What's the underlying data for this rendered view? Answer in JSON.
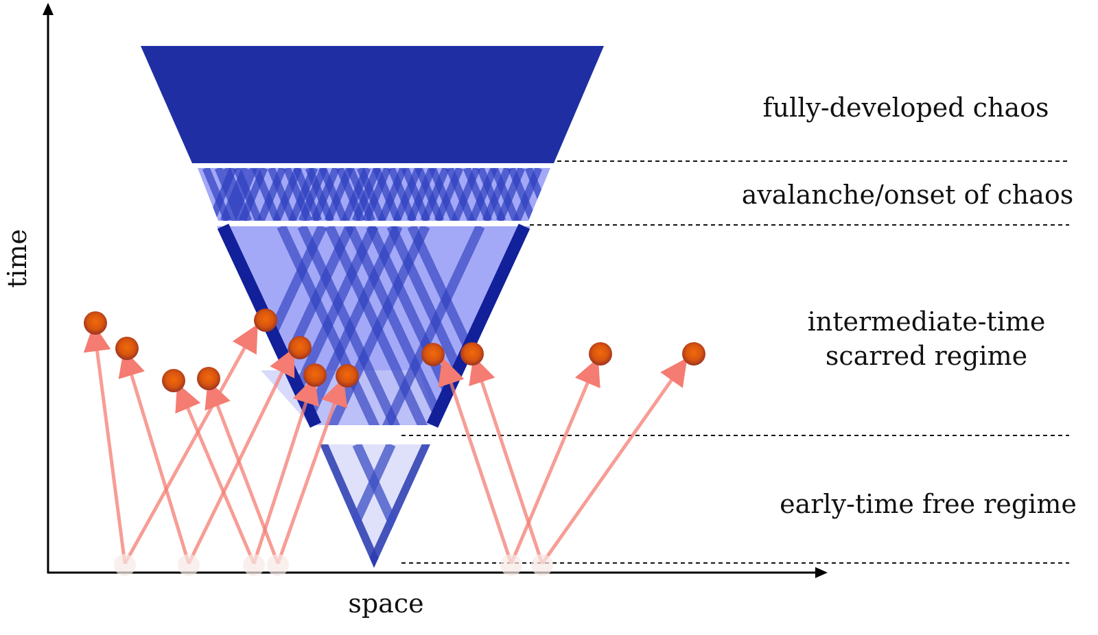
{
  "axes": {
    "x_label": "space",
    "y_label": "time"
  },
  "regimes": {
    "fully_developed": "fully-developed chaos",
    "avalanche": "avalanche/onset of chaos",
    "intermediate_line1": "intermediate-time",
    "intermediate_line2": "scarred regime",
    "early": "early-time free regime"
  },
  "colors": {
    "dark_blue": "#1f2fa3",
    "mid_blue": "#3d4fc4",
    "light_blue": "#a3a9f7",
    "arrow": "#f47c72",
    "particle": "#e05a0e"
  }
}
